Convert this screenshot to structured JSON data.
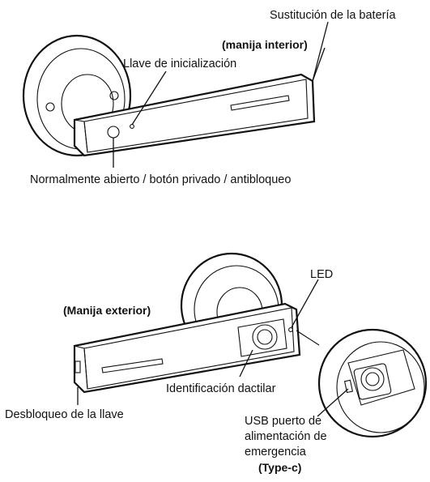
{
  "interior": {
    "battery_label": "Sustitución de la batería",
    "handle_label": "(manija interior)",
    "reset_label": "Llave de inicialización",
    "button_label": "Normalmente abierto / botón privado / antibloqueo"
  },
  "exterior": {
    "led_label": "LED",
    "handle_label": "(Manija exterior)",
    "fingerprint_label": "Identificación dactilar",
    "key_label": "Desbloqueo de la llave",
    "usb_line1": "USB puerto de",
    "usb_line2": "alimentación de",
    "usb_line3": "emergencia",
    "usb_type": "(Type-c)"
  }
}
